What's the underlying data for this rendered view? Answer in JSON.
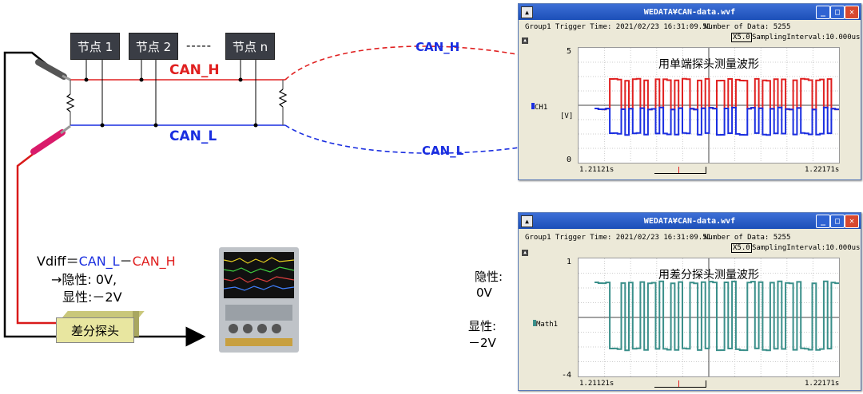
{
  "nodes": [
    "节点 1",
    "节点 2",
    "节点 n"
  ],
  "node_ellipsis": "-----",
  "bus": {
    "can_h": "CAN_H",
    "can_l": "CAN_L",
    "can_h_color": "#e02020",
    "can_l_color": "#1a2ee0"
  },
  "arrow_labels": {
    "can_h": "CAN_H",
    "can_l": "CAN_L"
  },
  "formula": {
    "prefix": "Vdiff＝",
    "term1": "CAN_L",
    "minus": "－",
    "term2": "CAN_H",
    "line2": "→隐性: 0V,",
    "line3": "显性:－2V"
  },
  "diff_probe_label": "差分探头",
  "win1": {
    "title": "WEDATA¥CAN-data.wvf",
    "trigger": "Group1 Trigger Time: 2021/02/23 16:31:09.51",
    "num_data": "Number of Data: 5255",
    "zoom": "X5.0",
    "sampling": "SamplingInterval:10.000us",
    "ymax": "5",
    "ymin": "0",
    "unit": "[V]",
    "channel": "CH1",
    "caption": "用单端探头测量波形",
    "xstart": "1.21121s",
    "xend": "1.22171s"
  },
  "win2": {
    "title": "WEDATA¥CAN-data.wvf",
    "trigger": "Group1 Trigger Time: 2021/02/23 16:31:09.51",
    "num_data": "Number of Data: 5255",
    "zoom": "X5.0",
    "sampling": "SamplingInterval:10.000us",
    "ymax": "1",
    "ymin": "-4",
    "channel": "Math1",
    "caption": "用差分探头测量波形",
    "xstart": "1.21121s",
    "xend": "1.22171s"
  },
  "side_labels": {
    "recessive": "隐性:",
    "recessive_val": "0V",
    "dominant": "显性:",
    "dominant_val": "－2V"
  }
}
